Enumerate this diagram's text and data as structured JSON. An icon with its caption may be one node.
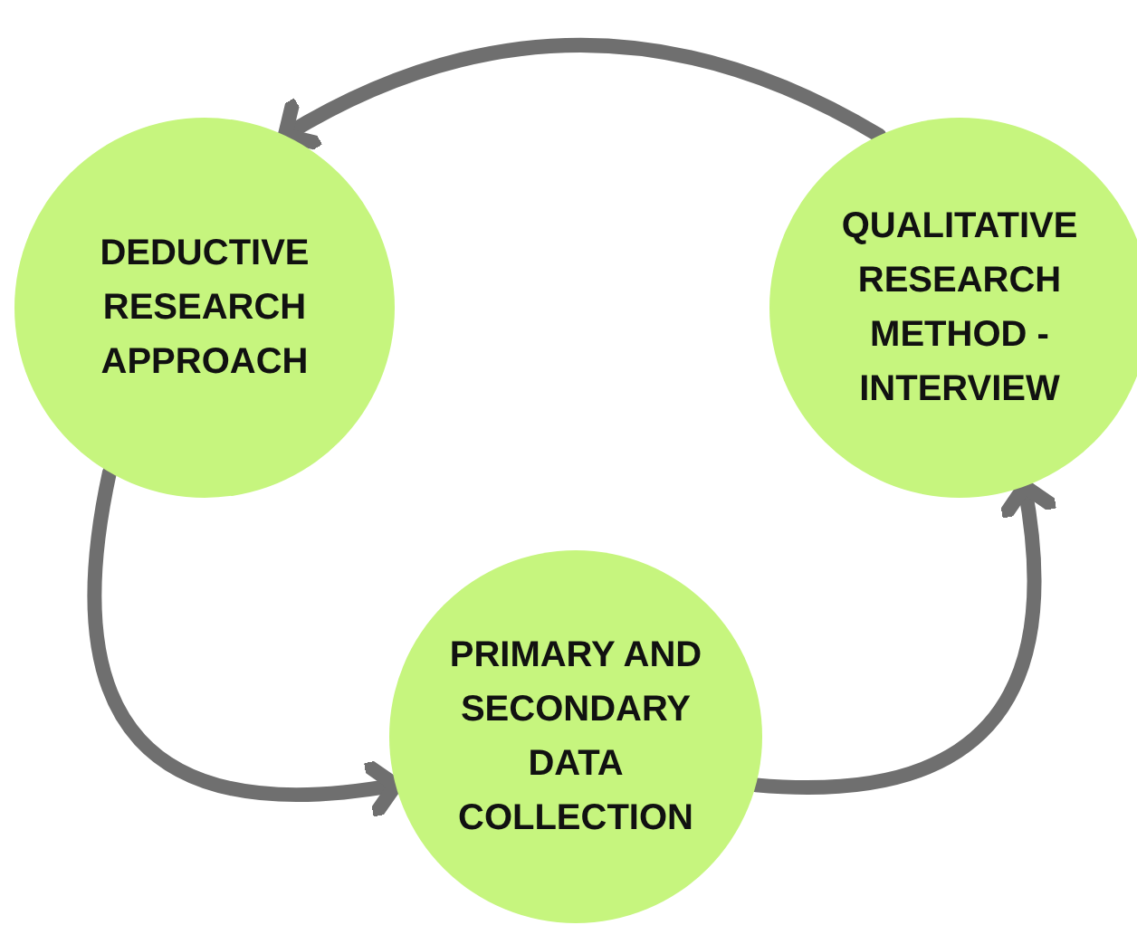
{
  "diagram": {
    "nodes": [
      {
        "text": [
          "DEDUCTIVE RESEARCH APPROACH"
        ]
      },
      {
        "text": [
          "QUALITATIVE RESEARCH METHOD - INTERVIEW"
        ]
      },
      {
        "text": [
          "PRIMARY AND SECONDARY DATA COLLECTION"
        ]
      }
    ],
    "edges": [
      {
        "from": 1,
        "to": 0,
        "arrow": "to"
      },
      {
        "from": 0,
        "to": 2,
        "arrow": "to"
      },
      {
        "from": 2,
        "to": 1,
        "arrow": "to"
      }
    ]
  }
}
